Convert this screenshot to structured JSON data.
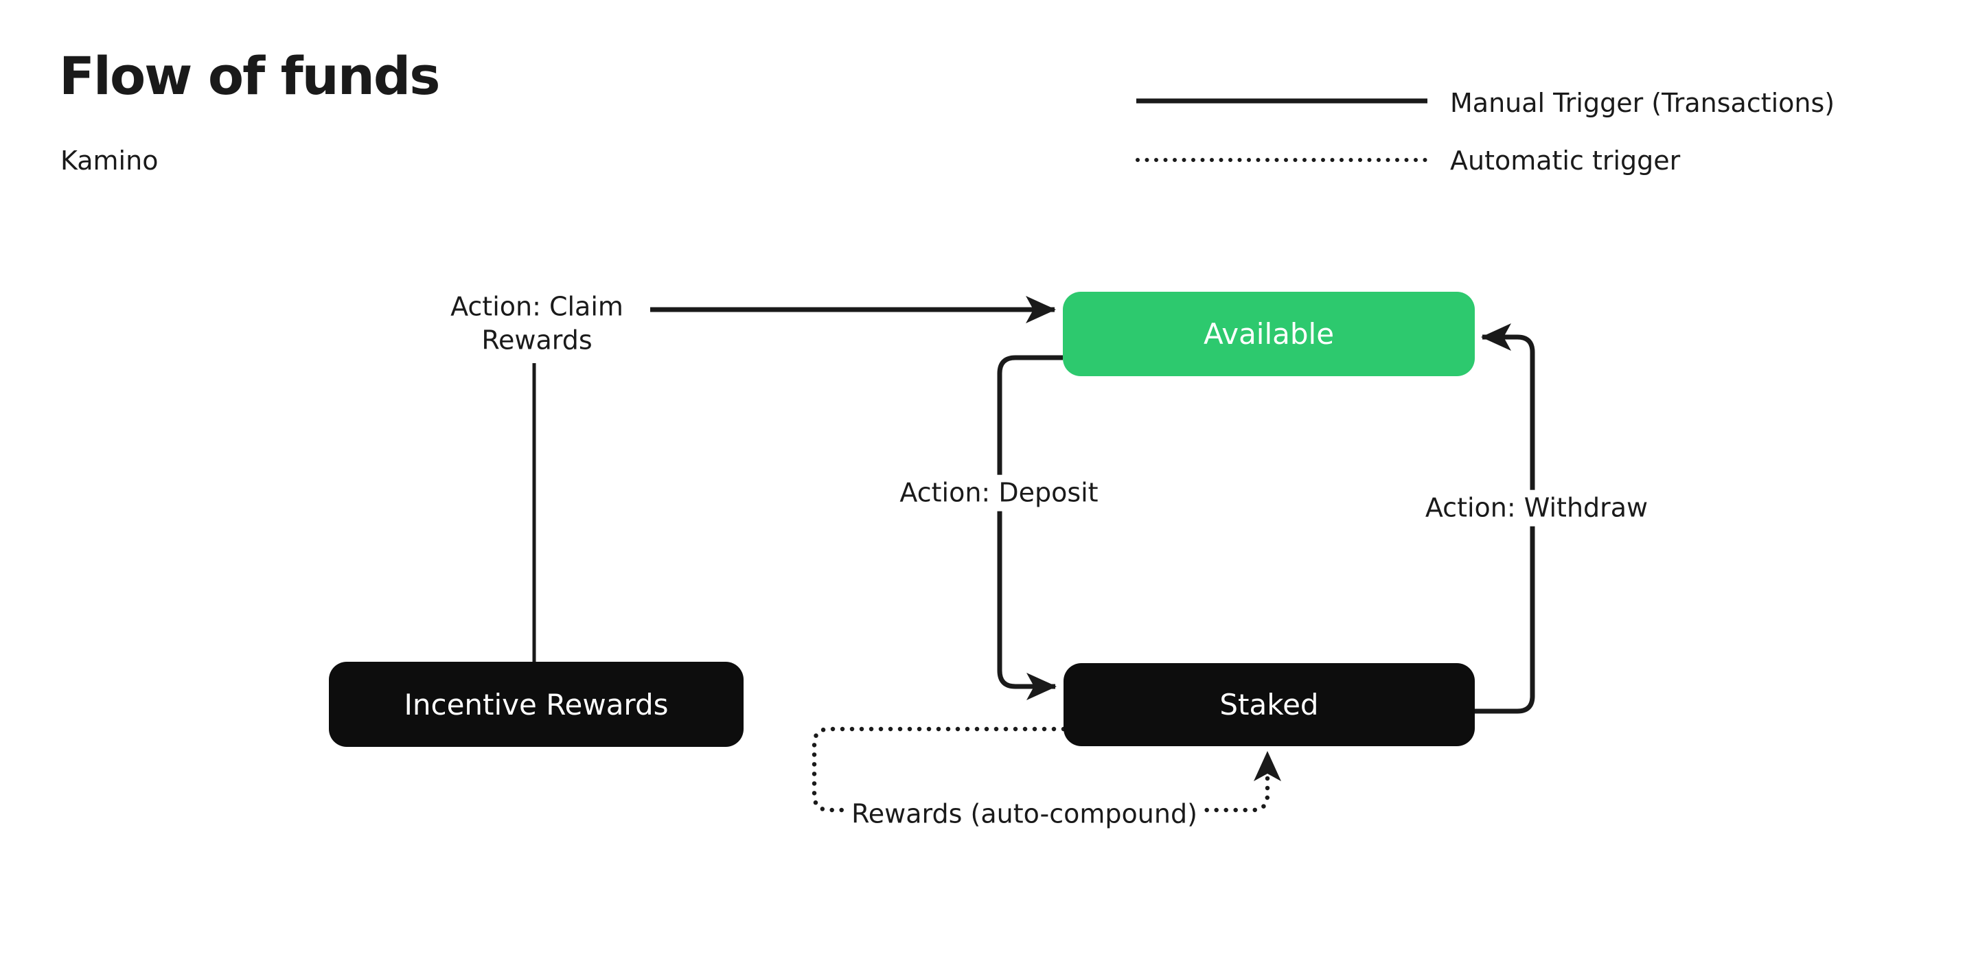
{
  "page": {
    "title": "Flow of funds",
    "subtitle": "Kamino"
  },
  "legend": {
    "items": [
      {
        "style": "solid",
        "label": "Manual Trigger (Transactions)"
      },
      {
        "style": "dotted",
        "label": "Automatic trigger"
      }
    ]
  },
  "nodes": [
    {
      "id": "available",
      "label": "Available",
      "variant": "green"
    },
    {
      "id": "incentive-rewards",
      "label": "Incentive Rewards",
      "variant": "black"
    },
    {
      "id": "staked",
      "label": "Staked",
      "variant": "black"
    }
  ],
  "edges": [
    {
      "id": "claim",
      "label": "Action: Claim Rewards",
      "from": "incentive-rewards",
      "to": "available",
      "trigger": "manual"
    },
    {
      "id": "deposit",
      "label": "Action: Deposit",
      "from": "available",
      "to": "staked",
      "trigger": "manual"
    },
    {
      "id": "withdraw",
      "label": "Action: Withdraw",
      "from": "staked",
      "to": "available",
      "trigger": "manual"
    },
    {
      "id": "auto-compound",
      "label": "Rewards (auto-compound)",
      "from": "staked",
      "to": "staked",
      "trigger": "automatic"
    }
  ],
  "colors": {
    "accent_green": "#2dc96e",
    "node_black": "#0d0d0d",
    "line": "#1a1a1a",
    "text": "#1a1a1a",
    "background": "#ffffff"
  }
}
